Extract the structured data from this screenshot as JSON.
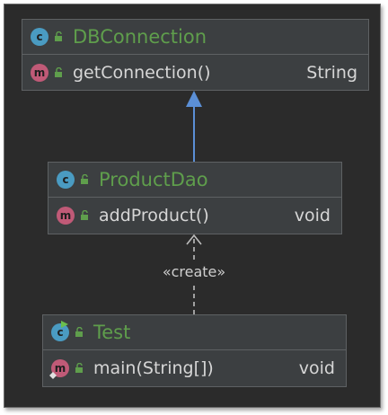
{
  "classes": [
    {
      "name": "DBConnection",
      "badge": "c",
      "methods": [
        {
          "badge": "m",
          "name": "getConnection()",
          "type": "String"
        }
      ]
    },
    {
      "name": "ProductDao",
      "badge": "c",
      "methods": [
        {
          "badge": "m",
          "name": "addProduct()",
          "type": "void"
        }
      ]
    },
    {
      "name": "Test",
      "badge": "c",
      "methods": [
        {
          "badge": "m",
          "name": "main(String[])",
          "type": "void"
        }
      ]
    }
  ],
  "relations": [
    {
      "from": "ProductDao",
      "to": "DBConnection",
      "kind": "inheritance",
      "color": "#5b8fd6"
    },
    {
      "from": "Test",
      "to": "ProductDao",
      "kind": "dependency",
      "label": "«create»"
    }
  ],
  "colors": {
    "background": "#2b2b2b",
    "node": "#3c3f41",
    "class_name": "#5f9e4c",
    "class_badge": "#4a9bc2",
    "method_badge": "#c05a77",
    "text": "#d6d6d6"
  }
}
